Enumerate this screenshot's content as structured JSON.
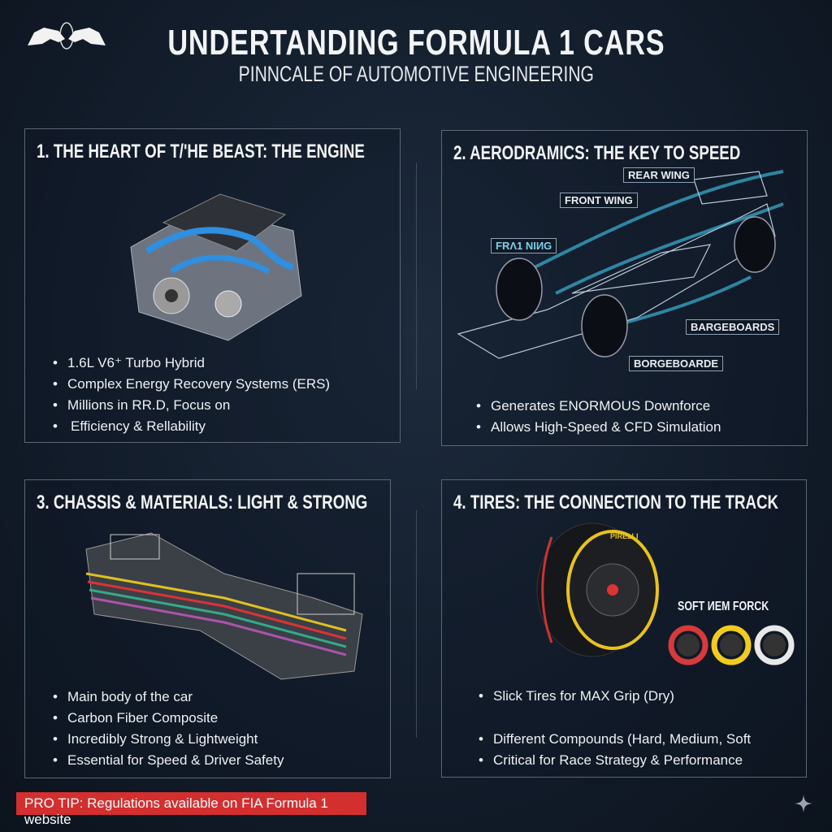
{
  "header": {
    "title": "UNDERTANDING FORMULA 1 CARS",
    "subtitle": "PINNCALE OF AUTOMOTIVE ENGINEERING",
    "logo_icon": "bulls-logo-icon"
  },
  "panels": [
    {
      "title": "1. THE HEART OF T/'HE BEAST: THE ENGINE",
      "bullets": [
        "1.6L V6⁺ Turbo Hybrid",
        "Complex Energy Recovery Systems (ERS)",
        "Millions in RR.D, Focus on",
        "Efficiency & Rellability"
      ]
    },
    {
      "title": "2. AERODRAMICS: THE KEY TO SPEED",
      "labels": [
        "REAR WING",
        "FRONT WING",
        "FRɅ1 NIИG",
        "BARGEBOARDS",
        "BORGEBOARDE"
      ],
      "bullets": [
        "Generates ENORMOUS Downforce",
        "Allows High-Speed & CFD Simulation"
      ]
    },
    {
      "title": "3. CHASSIS & MATERIALS: LIGHT & STRONG",
      "bullets": [
        "Main body of the car",
        "Carbon Fiber Composite",
        "Incredibly Strong & Lightweight",
        "Essential for Speed & Driver Safety"
      ]
    },
    {
      "title": "4. TIRES: THE CONNECTION TO THE TRACK",
      "compound_label": "SOFT ИEM FORCK",
      "tire_brand": "PIRELLI",
      "bullets": [
        "Slick Tires for MAX Grip (Dry)",
        "Different Compounds (Hard, Medium, Soft",
        "Critical for Race Strategy & Performance"
      ],
      "compound_colors": [
        "#d63a3a",
        "#f2cc1c",
        "#e8e8e8"
      ]
    }
  ],
  "footer": {
    "pro_tip": "PRO TIP: Regulations available on FIA Formula 1 website",
    "sparkle_icon": "sparkle-icon"
  },
  "colors": {
    "accent_red": "#d32f2f",
    "engine_blue": "#2f8fe0",
    "airflow_cyan": "#3bb3d6"
  }
}
